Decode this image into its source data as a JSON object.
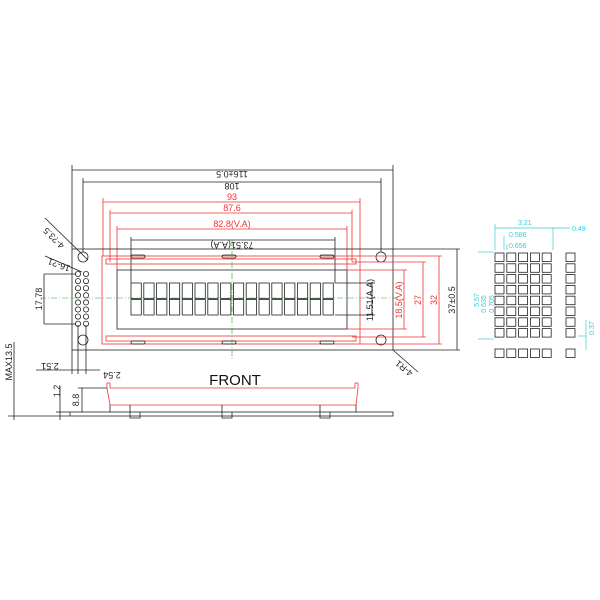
{
  "title": "FRONT",
  "dimensions": {
    "overall_width": "116±0.5",
    "hole_pitch_x": "108",
    "bezel_width": "93",
    "bezel_inner": "87.6",
    "view_area_width": "82.8(V.A)",
    "active_area_width": "73.51(A.A)",
    "active_area_height": "11.51(A.A)",
    "view_area_height": "18.5(V.A)",
    "bezel_inner_height": "27",
    "bezel_height": "32",
    "overall_height": "37±0.5",
    "pin_span": "17.78",
    "mount_holes": "4-?3.5",
    "pin_holes": "16-?1",
    "corner_radius": "4-R1",
    "pin_offset": "2.51",
    "pin_pitch": "2.54",
    "max_thickness": "MAX13.5",
    "pcb_thickness": "1.2",
    "module_height": "8.8"
  },
  "char_detail": {
    "char_width": "3.21",
    "dot_width": "0.586",
    "dot_pitch_x": "0.656",
    "char_gap": "0.49",
    "char_height": "5.57",
    "dot_height": "0.635",
    "dot_pitch_y": "0.705",
    "cursor_gap": "0.37"
  },
  "colors": {
    "outline": "#222222",
    "bezel": "#e33333",
    "detail": "#3cc8d8",
    "centerline": "#22aa22"
  }
}
